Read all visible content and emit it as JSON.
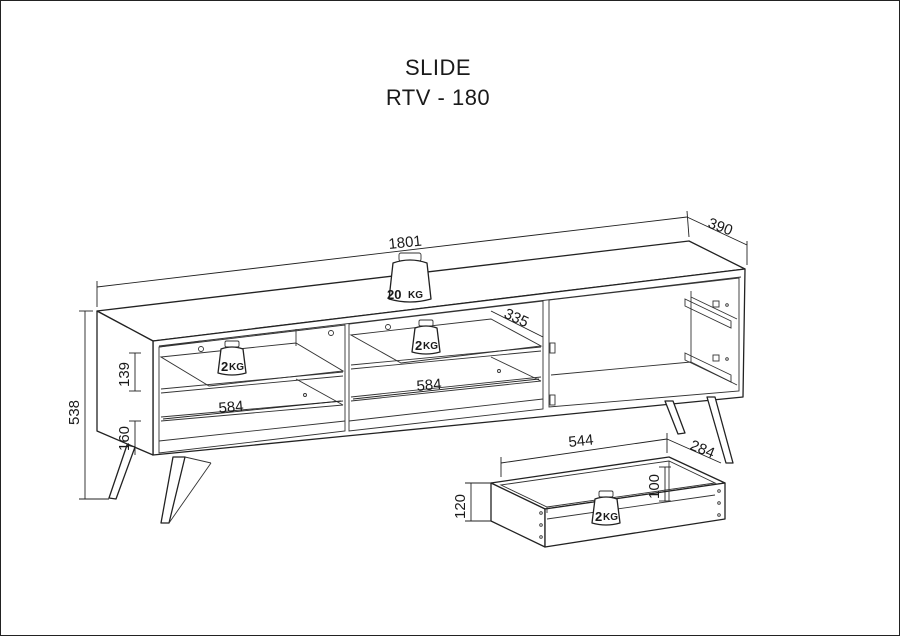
{
  "title": {
    "line1": "SLIDE",
    "line2": "RTV - 180"
  },
  "dimensions": {
    "width": "1801",
    "depth": "390",
    "shelf_depth": "335",
    "height": "538",
    "leg_height": "160",
    "shelf_gap": "139",
    "left_width": "584",
    "middle_width": "584",
    "drawer_width": "544",
    "drawer_depth": "284",
    "drawer_height": "120",
    "drawer_inner_height": "100"
  },
  "weights": {
    "top": {
      "value": "20",
      "unit": "KG"
    },
    "left_shelf": {
      "value": "2",
      "unit": "KG"
    },
    "middle_shelf": {
      "value": "2",
      "unit": "KG"
    },
    "drawer": {
      "value": "2",
      "unit": "KG"
    }
  }
}
